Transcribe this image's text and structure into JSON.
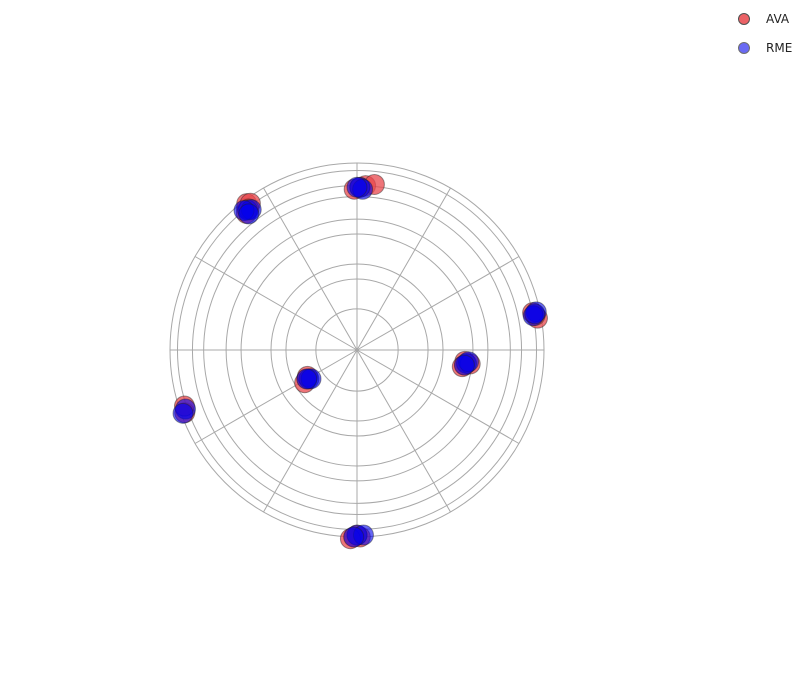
{
  "chart_data": {
    "type": "scatter",
    "subtype": "polar",
    "rings": [
      0.22,
      0.38,
      0.46,
      0.62,
      0.7,
      0.82,
      0.88,
      0.96,
      1.0
    ],
    "spokes_deg": [
      0,
      30,
      60,
      90,
      120,
      150,
      180,
      210,
      240,
      270,
      300,
      330
    ],
    "series": [
      {
        "name": "AVA",
        "color": "#e8474c",
        "points": [
          {
            "angle": 87,
            "r": 0.88
          },
          {
            "angle": 91,
            "r": 0.86
          },
          {
            "angle": 84,
            "r": 0.89
          },
          {
            "angle": 89,
            "r": 0.87
          },
          {
            "angle": 128,
            "r": 0.96
          },
          {
            "angle": 127,
            "r": 0.98
          },
          {
            "angle": 129,
            "r": 0.94
          },
          {
            "angle": 126,
            "r": 0.97
          },
          {
            "angle": 127.5,
            "r": 0.95
          },
          {
            "angle": 10,
            "r": 0.98
          },
          {
            "angle": 11,
            "r": 0.97
          },
          {
            "angle": 12,
            "r": 0.96
          },
          {
            "angle": 352,
            "r": 0.58
          },
          {
            "angle": 354,
            "r": 0.58
          },
          {
            "angle": 351,
            "r": 0.57
          },
          {
            "angle": 353,
            "r": 0.61
          },
          {
            "angle": 200,
            "r": 0.98
          },
          {
            "angle": 198,
            "r": 0.97
          },
          {
            "angle": 210,
            "r": 0.31
          },
          {
            "angle": 212,
            "r": 0.33
          },
          {
            "angle": 208,
            "r": 0.3
          },
          {
            "angle": 269,
            "r": 1.0
          },
          {
            "angle": 271,
            "r": 1.0
          },
          {
            "angle": 270,
            "r": 0.99
          },
          {
            "angle": 268,
            "r": 1.01
          }
        ]
      },
      {
        "name": "RME",
        "color": "#0000ee",
        "points": [
          {
            "angle": 89,
            "r": 0.87
          },
          {
            "angle": 88,
            "r": 0.86
          },
          {
            "angle": 90,
            "r": 0.87
          },
          {
            "angle": 128,
            "r": 0.95
          },
          {
            "angle": 127,
            "r": 0.94
          },
          {
            "angle": 129,
            "r": 0.96
          },
          {
            "angle": 128.5,
            "r": 0.93
          },
          {
            "angle": 12,
            "r": 0.98
          },
          {
            "angle": 11,
            "r": 0.96
          },
          {
            "angle": 11.5,
            "r": 0.97
          },
          {
            "angle": 353,
            "r": 0.59
          },
          {
            "angle": 354,
            "r": 0.6
          },
          {
            "angle": 352,
            "r": 0.58
          },
          {
            "angle": 199,
            "r": 0.97
          },
          {
            "angle": 200,
            "r": 0.99
          },
          {
            "angle": 211,
            "r": 0.3
          },
          {
            "angle": 212,
            "r": 0.29
          },
          {
            "angle": 210,
            "r": 0.31
          },
          {
            "angle": 270,
            "r": 0.99
          },
          {
            "angle": 272,
            "r": 0.99
          },
          {
            "angle": 269,
            "r": 1.0
          }
        ]
      }
    ],
    "legend_position": "top-right",
    "grid": true
  }
}
